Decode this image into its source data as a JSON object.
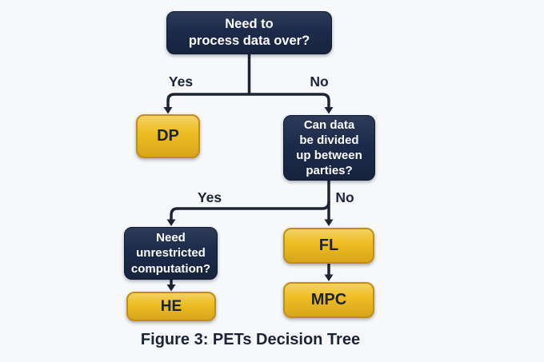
{
  "colors": {
    "background": "#f7f8fa",
    "node_navy": "#1c2b4b",
    "node_yellow": "#eebd22",
    "line": "#1d2433",
    "text_light": "#ffffff",
    "text_dark": "#1a2437"
  },
  "figure": {
    "caption": "Figure 3: PETs Decision Tree"
  },
  "tree": {
    "nodes": {
      "root": "Need to\nprocess data over?",
      "dp": "DP",
      "can_divide": "Can data\nbe divided\nup between\nparties?",
      "need_unrestricted": "Need\nunrestricted\ncomputation?",
      "fl": "FL",
      "he": "HE",
      "mpc": "MPC"
    },
    "edge_labels": {
      "root_yes": "Yes",
      "root_no": "No",
      "divide_yes": "Yes",
      "divide_no": "No"
    }
  }
}
